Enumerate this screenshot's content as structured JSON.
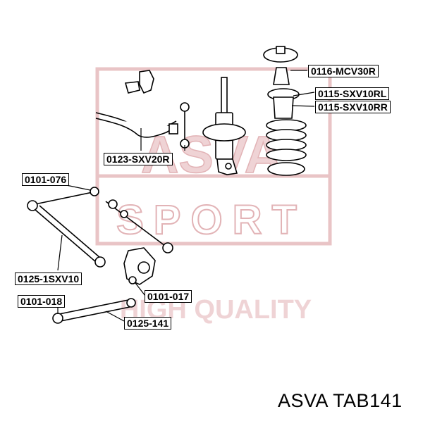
{
  "watermark": {
    "brand": "ASVA",
    "sport": "SPORT",
    "quality": "HIGH QUALITY",
    "color": "#e9c4c6"
  },
  "labels": {
    "mcv30r": "0116-MCV30R",
    "sxv10rl": "0115-SXV10RL",
    "sxv10rr": "0115-SXV10RR",
    "sxv20r": "0123-SXV20R",
    "p076": "0101-076",
    "sxv10": "0125-1SXV10",
    "p017": "0101-017",
    "p018": "0101-018",
    "p141": "0125-141"
  },
  "footer": {
    "brand": "ASVA",
    "part_number": "TAB141"
  }
}
